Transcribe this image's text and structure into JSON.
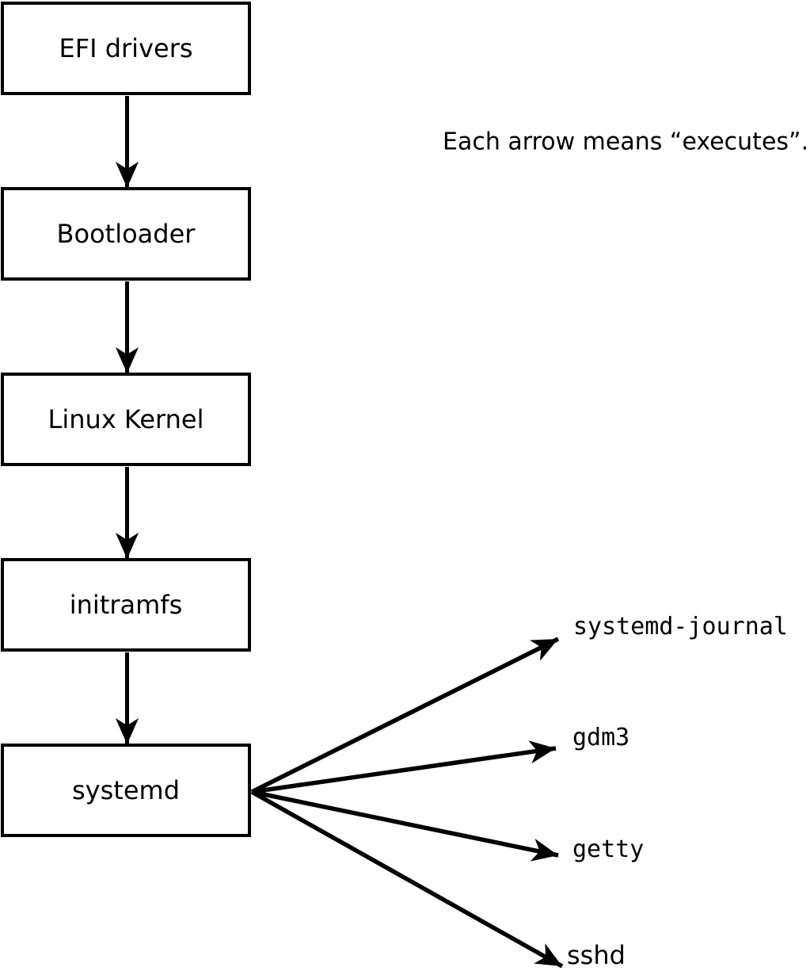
{
  "diagram": {
    "note": "Each arrow means “executes”.",
    "chain": [
      {
        "label": "EFI drivers"
      },
      {
        "label": "Bootloader"
      },
      {
        "label": "Linux Kernel"
      },
      {
        "label": "initramfs"
      },
      {
        "label": "systemd"
      }
    ],
    "services": [
      {
        "label": "systemd-journal"
      },
      {
        "label": "gdm3"
      },
      {
        "label": "getty"
      },
      {
        "label": "sshd"
      }
    ],
    "colors": {
      "line": "#000000",
      "box_fill": "#ffffff",
      "background": "#ffffff",
      "text": "#000000"
    }
  }
}
